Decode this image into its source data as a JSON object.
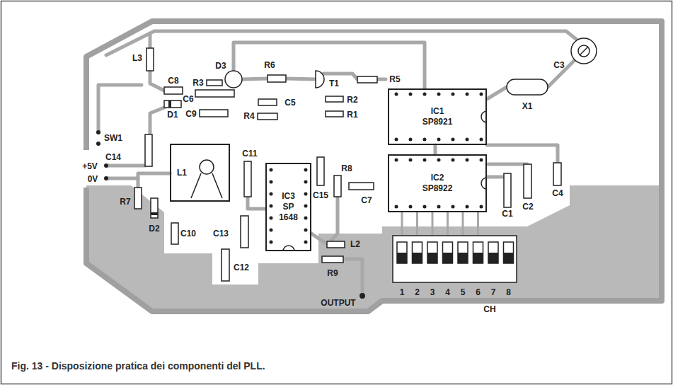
{
  "diagram": {
    "caption": "Fig. 13 - Disposizione pratica dei componenti del PLL.",
    "nodes": [
      {
        "text": [
          "IC1 SP8921"
        ]
      },
      {
        "text": [
          "L1"
        ]
      },
      {
        "text": [
          "IC2 SP8922"
        ]
      },
      {
        "text": [
          "IC3 SP 1648"
        ]
      }
    ],
    "labels": [
      "L3",
      "C8",
      "R3",
      "D3",
      "R6",
      "T1",
      "R5",
      "C3",
      "C6",
      "C5",
      "R2",
      "D1",
      "R4",
      "C9",
      "R1",
      "X1",
      "SW1",
      "C14",
      "C11",
      "R8",
      "+5V",
      "0V",
      "C15",
      "C7",
      "C1",
      "C2",
      "C4",
      "R7",
      "D2",
      "C10",
      "C13",
      "C12",
      "L2",
      "R9",
      "1",
      "2",
      "3",
      "4",
      "5",
      "6",
      "7",
      "8",
      "OUTPUT",
      "CH"
    ]
  }
}
